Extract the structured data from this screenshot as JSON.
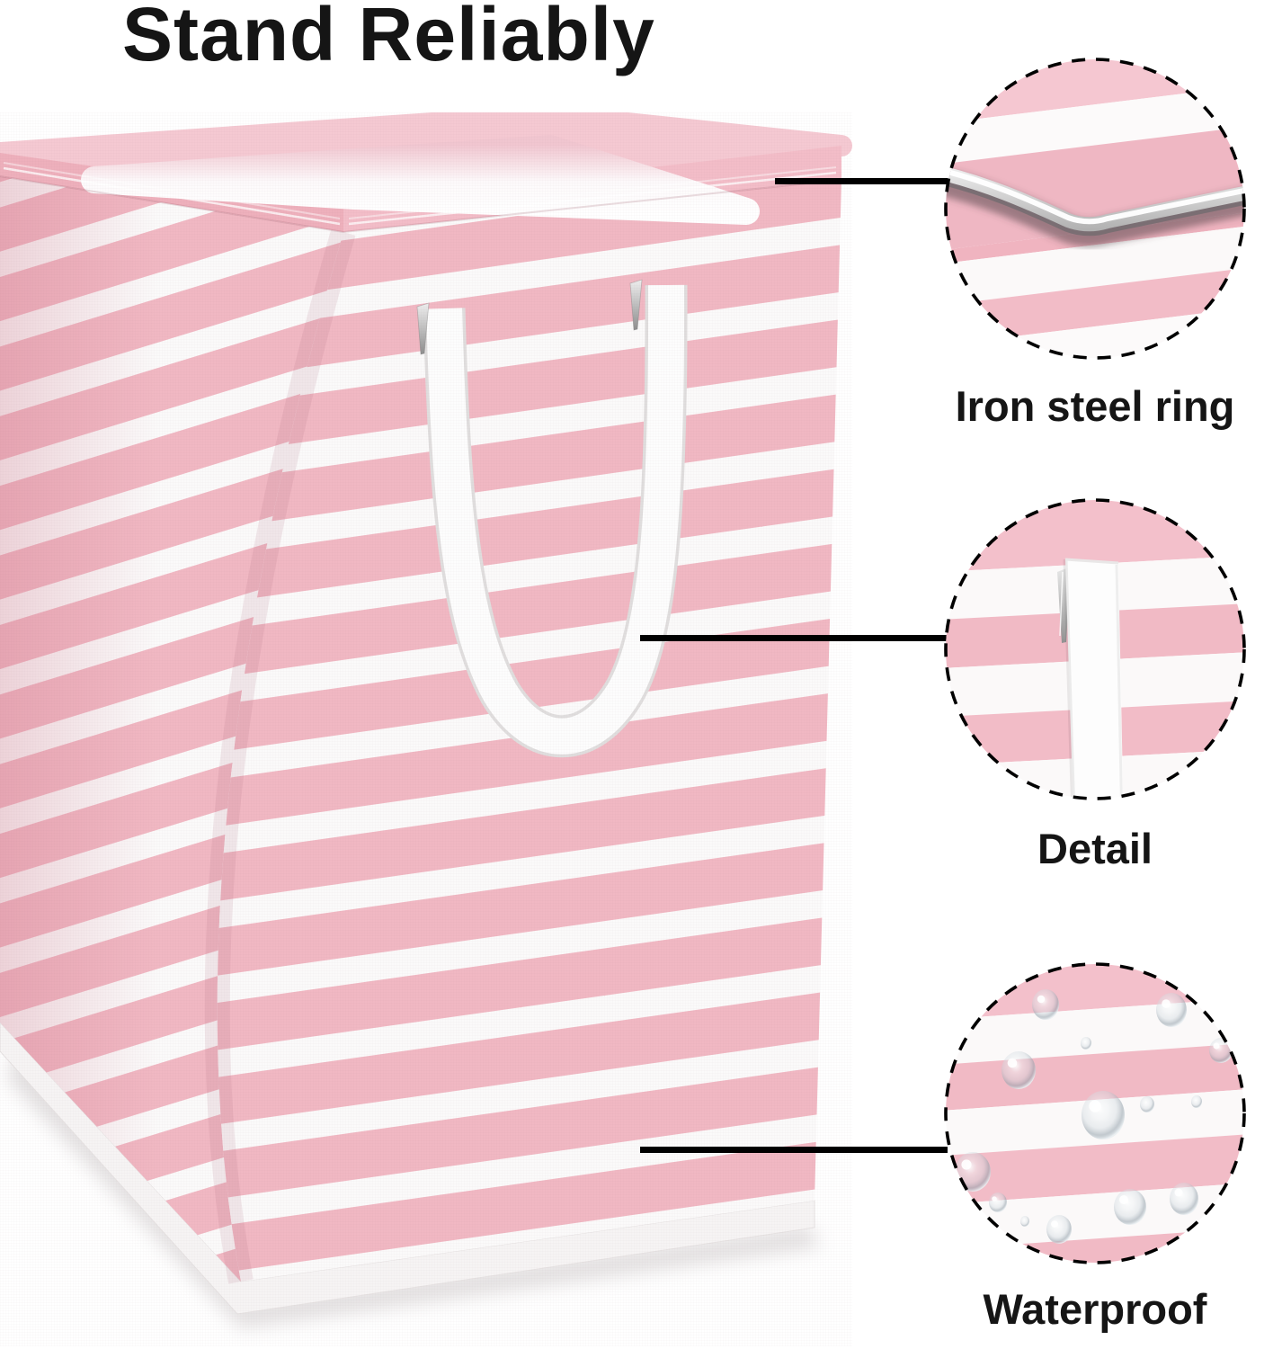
{
  "title": "Stand Reliably",
  "callouts": [
    {
      "id": "iron-steel-ring",
      "label": "Iron steel ring"
    },
    {
      "id": "detail",
      "label": "Detail"
    },
    {
      "id": "waterproof",
      "label": "Waterproof"
    }
  ],
  "colors": {
    "stripe_pink": "#f1b8c3",
    "stripe_white": "#fbfafa",
    "rim_pink": "#f5c9d2",
    "rim_band_pink": "#f3bdc8",
    "base_white": "#f6f4f4",
    "strap_white": "#fdfdfd",
    "metal_silver": "#c9c9c9",
    "line_black": "#000000",
    "text_black": "#151515",
    "background": "#ffffff"
  }
}
